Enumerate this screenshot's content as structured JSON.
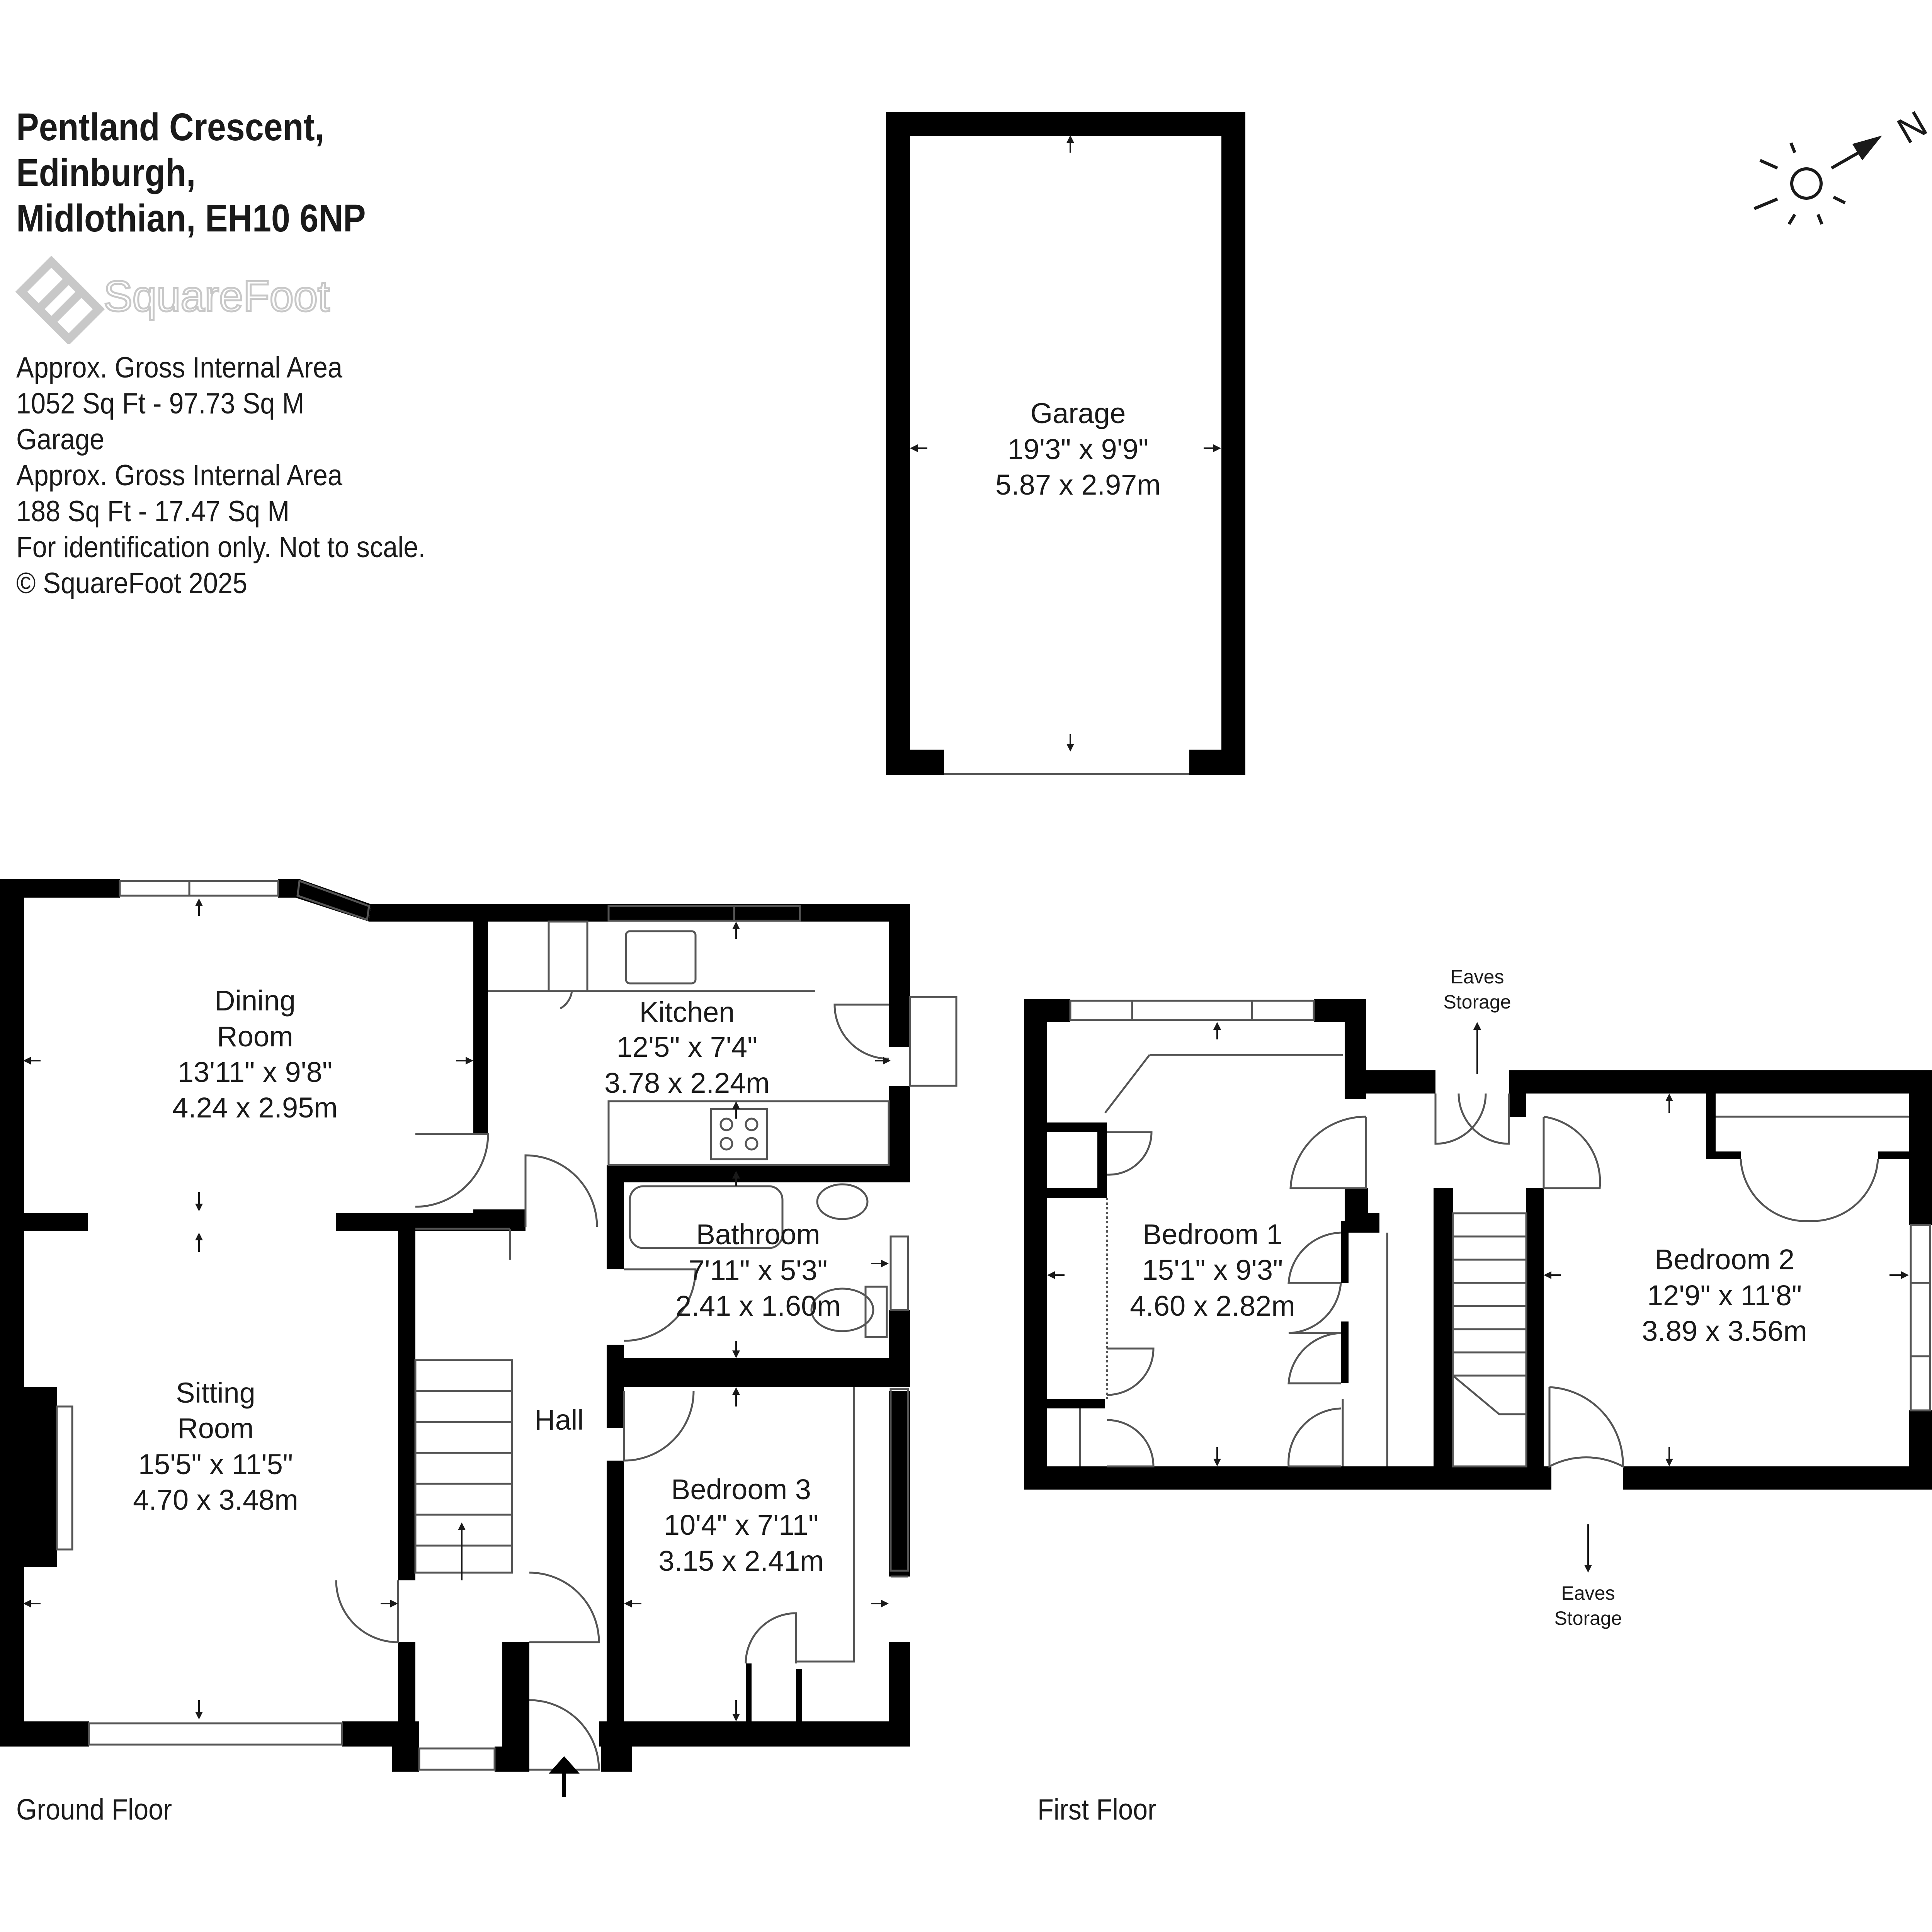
{
  "header": {
    "address_lines": [
      "Pentland Crescent,",
      "Edinburgh,",
      "Midlothian, EH10 6NP"
    ],
    "logo_text": "SquareFoot"
  },
  "info": {
    "lines": [
      "Approx. Gross Internal Area",
      "1052 Sq Ft  -  97.73 Sq M",
      "Garage",
      "Approx. Gross Internal Area",
      "188 Sq Ft  -  17.47 Sq M",
      "For identification only. Not to scale.",
      "© SquareFoot 2025"
    ]
  },
  "compass": {
    "label": "N",
    "icon": "north-arrow-sun-icon"
  },
  "colors": {
    "wall": "#000000",
    "line": "#555555",
    "logo": "#c8c8c8"
  },
  "floors": {
    "ground": {
      "label": "Ground Floor"
    },
    "first": {
      "label": "First Floor"
    }
  },
  "rooms": {
    "garage": {
      "name": "Garage",
      "imperial": "19'3\" x 9'9\"",
      "metric": "5.87 x 2.97m"
    },
    "dining": {
      "name1": "Dining",
      "name2": "Room",
      "imperial": "13'11\" x 9'8\"",
      "metric": "4.24 x 2.95m"
    },
    "kitchen": {
      "name": "Kitchen",
      "imperial": "12'5\" x 7'4\"",
      "metric": "3.78 x 2.24m"
    },
    "bathroom": {
      "name": "Bathroom",
      "imperial": "7'11\" x 5'3\"",
      "metric": "2.41 x 1.60m"
    },
    "sitting": {
      "name1": "Sitting",
      "name2": "Room",
      "imperial": "15'5\" x 11'5\"",
      "metric": "4.70 x 3.48m"
    },
    "hall": {
      "name": "Hall"
    },
    "bedroom3": {
      "name": "Bedroom 3",
      "imperial": "10'4\" x 7'11\"",
      "metric": "3.15 x 2.41m"
    },
    "bedroom1": {
      "name": "Bedroom 1",
      "imperial": "15'1\" x 9'3\"",
      "metric": "4.60 x 2.82m"
    },
    "bedroom2": {
      "name": "Bedroom 2",
      "imperial": "12'9\" x 11'8\"",
      "metric": "3.89 x 3.56m"
    },
    "eaves_top": {
      "line1": "Eaves",
      "line2": "Storage"
    },
    "eaves_bottom": {
      "line1": "Eaves",
      "line2": "Storage"
    }
  }
}
